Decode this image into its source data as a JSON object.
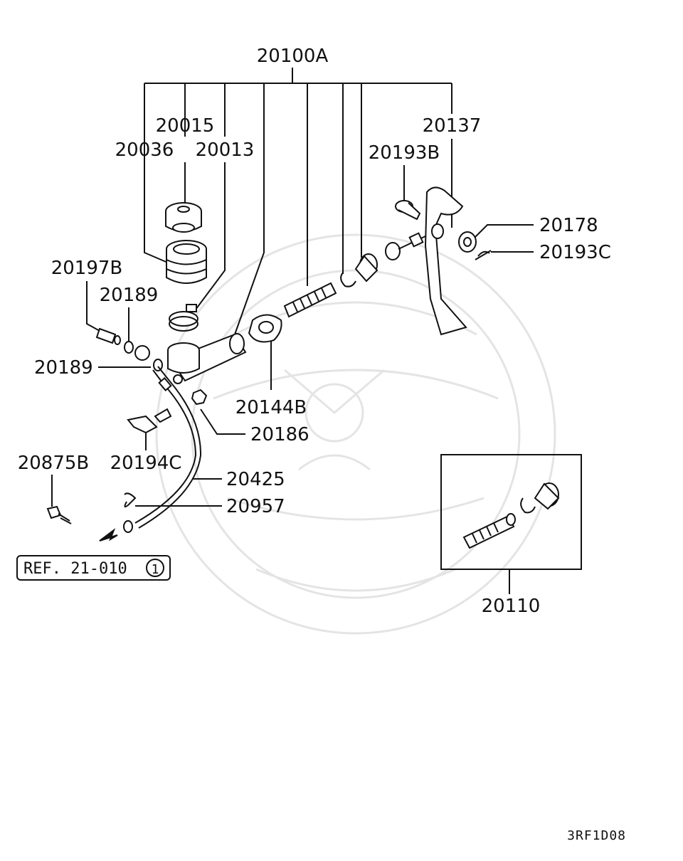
{
  "diagram": {
    "callouts": {
      "p20100A": "20100A",
      "p20015": "20015",
      "p20036": "20036",
      "p20013": "20013",
      "p20137": "20137",
      "p20193B": "20193B",
      "p20178": "20178",
      "p20193C": "20193C",
      "p20197B": "20197B",
      "p20189a": "20189",
      "p20189b": "20189",
      "p20144B": "20144B",
      "p20186": "20186",
      "p20875B": "20875B",
      "p20194C": "20194C",
      "p20425": "20425",
      "p20957": "20957",
      "p20110": "20110"
    },
    "reference": {
      "text": "REF. 21-010",
      "circled": "1"
    },
    "figure_code": "3RF1D08"
  }
}
